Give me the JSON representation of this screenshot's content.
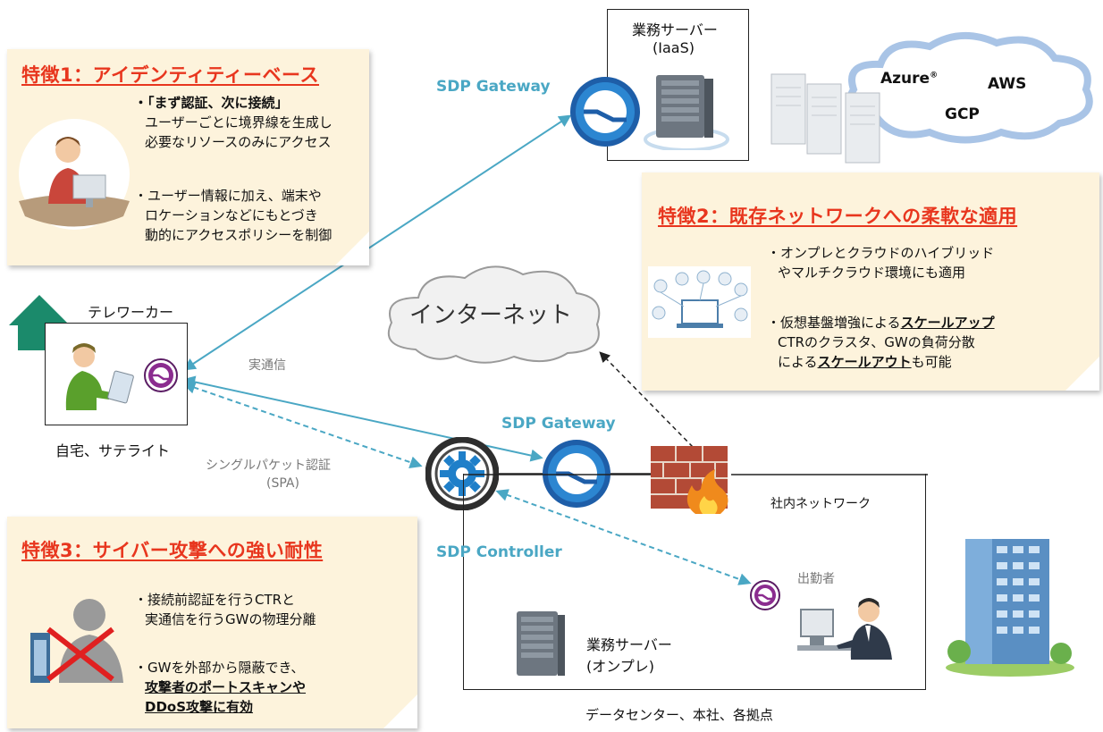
{
  "feature1": {
    "title": "特徴1：アイデンティティーベース",
    "bullets": [
      [
        "・「まず認証、次に接続」",
        "ユーザーごとに境界線を生成し",
        "必要なリソースのみにアクセス"
      ],
      [
        "・ユーザー情報に加え、端末や",
        "ロケーションなどにもとづき",
        "動的にアクセスポリシーを制御"
      ]
    ]
  },
  "feature2": {
    "title": "特徴2：既存ネットワークへの柔軟な適用",
    "bullet1": [
      "・オンプレとクラウドのハイブリッド",
      "やマルチクラウド環境にも適用"
    ],
    "bullet2_prefix": "・仮想基盤増強による",
    "bullet2_bold1": "スケールアップ",
    "bullet2_line2": "CTRのクラスタ、GWの負荷分散",
    "bullet2_prefix3": "による",
    "bullet2_bold2": "スケールアウト",
    "bullet2_suffix3": "も可能"
  },
  "feature3": {
    "title": "特徴3：サイバー攻撃への強い耐性",
    "bullet1": [
      "・接続前認証を行うCTRと",
      "実通信を行うGWの物理分離"
    ],
    "bullet2": "・GWを外部から隠蔽でき、",
    "bullet2_bold": [
      "攻撃者のポートスキャンや",
      "DDoS攻撃に有効"
    ]
  },
  "iaas_server": {
    "line1": "業務サーバー",
    "line2": "(IaaS)"
  },
  "cloud": {
    "azure": "Azure",
    "azure_mark": "®",
    "aws": "AWS",
    "gcp": "GCP"
  },
  "gateway_top_label": "SDP Gateway",
  "gateway_bottom_label": "SDP Gateway",
  "controller_label": "SDP Controller",
  "internet_label": "インターネット",
  "teleworker": {
    "title": "テレワーカー",
    "location": "自宅、サテライト"
  },
  "real_comm_label": "実通信",
  "spa_label": {
    "line1": "シングルパケット認証",
    "line2": "(SPA)"
  },
  "internal_network_label": "社内ネットワーク",
  "office_worker_label": "出勤者",
  "onprem_server": {
    "line1": "業務サーバー",
    "line2": "(オンプレ)"
  },
  "datacenter_label": "データセンター、本社、各拠点",
  "colors": {
    "feature_title": "#e8361e",
    "sdp_text": "#4aa7c4",
    "note_bg": "#fdf3dc",
    "gateway_blue": "#1f7fc9",
    "client_purple": "#8b2c8f"
  }
}
